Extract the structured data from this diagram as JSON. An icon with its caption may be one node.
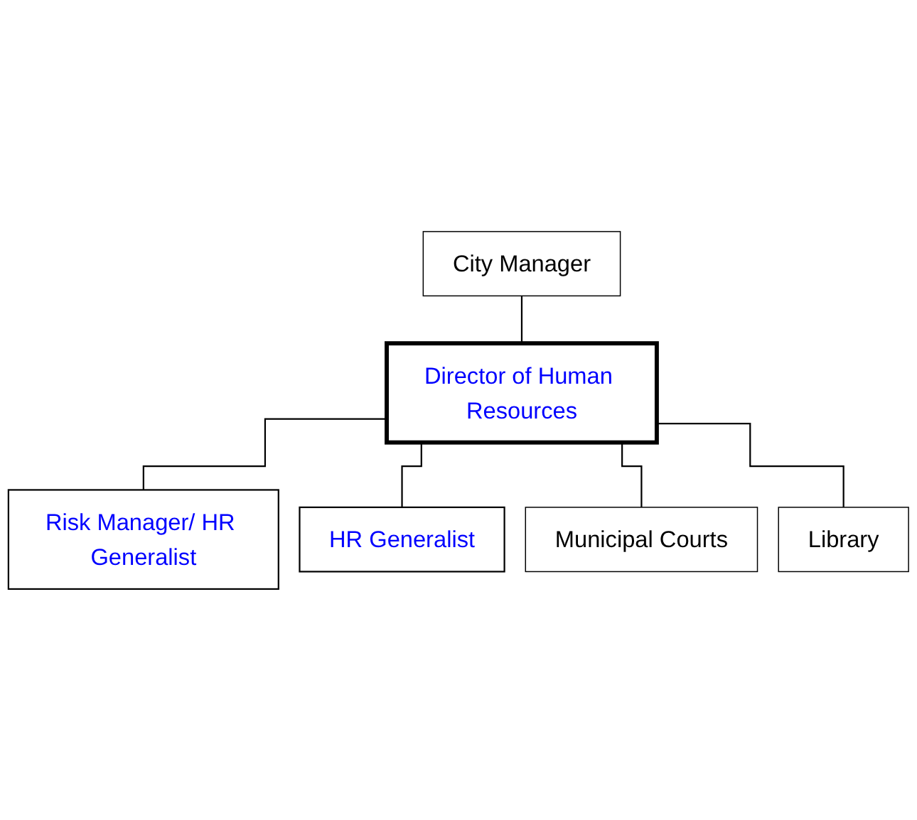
{
  "diagram": {
    "nodes": [
      {
        "text": [
          "City Manager"
        ]
      },
      {
        "text": [
          "Director of Human Resources"
        ]
      },
      {
        "text": [
          "Risk Manager/ HR Generalist"
        ]
      },
      {
        "text": [
          "HR Generalist"
        ]
      },
      {
        "text": [
          "Municipal Courts"
        ]
      },
      {
        "text": [
          "Library"
        ]
      }
    ],
    "edges": [
      {
        "from": 0,
        "to": 1,
        "arrow": "none"
      },
      {
        "from": 1,
        "to": 2,
        "arrow": "none"
      },
      {
        "from": 1,
        "to": 3,
        "arrow": "none"
      },
      {
        "from": 1,
        "to": 4,
        "arrow": "none"
      },
      {
        "from": 1,
        "to": 5,
        "arrow": "none"
      }
    ]
  }
}
